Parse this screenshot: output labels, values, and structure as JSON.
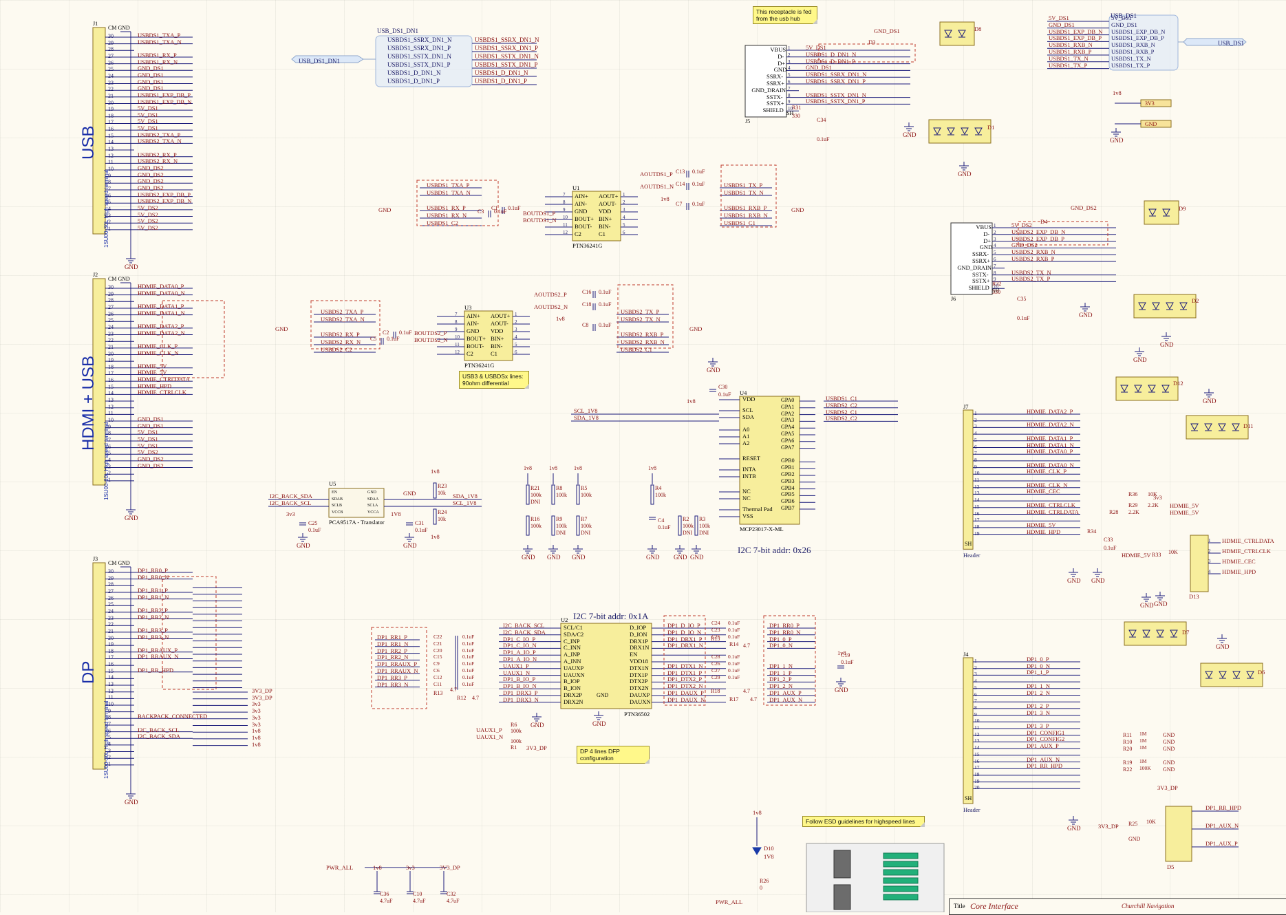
{
  "sections": {
    "usb": "USB",
    "hdmi_usb": "HDMI + USB",
    "dp": "DP"
  },
  "connector_sub": "1SU00-30L High speed terminal",
  "conn_refs": {
    "j1": "J1",
    "j2": "J2",
    "j3": "J3",
    "j4": "J4",
    "j5": "J5",
    "j6": "J6",
    "j7": "J7"
  },
  "cm_gnd": "CM GND",
  "gnd": "GND",
  "j1_nets": [
    "USBDS1_TXA_P",
    "USBDS1_TXA_N",
    "",
    "USBDS1_RX_P",
    "USBDS1_RX_N",
    "GND_DS1",
    "GND_DS1",
    "GND_DS1",
    "GND_DS1",
    "USBDS1_EXP_DB_P",
    "USBDS1_EXP_DB_N",
    "5V_DS1",
    "5V_DS1",
    "5V_DS1",
    "5V_DS1",
    "USBDS2_TXA_P",
    "USBDS2_TXA_N",
    "",
    "USBDS2_RX_P",
    "USBDS2_RX_N",
    "GND_DS2",
    "GND_DS2",
    "GND_DS2",
    "GND_DS2",
    "USBDS2_EXP_DB_P",
    "USBDS2_EXP_DB_N",
    "5V_DS2",
    "5V_DS2",
    "5V_DS2",
    "5V_DS2"
  ],
  "j2_nets": [
    "HDMIE_DATA0_P",
    "HDMIE_DATA0_N",
    "",
    "HDMIE_DATA1_P",
    "HDMIE_DATA1_N",
    "",
    "HDMIE_DATA2_P",
    "HDMIE_DATA2_N",
    "",
    "HDMIE_CLK_P",
    "HDMIE_CLK_N",
    "",
    "HDMIE_5V",
    "HDMIE_5V",
    "HDMIE_CTRLDATA",
    "HDMIE_HPD",
    "HDMIE_CTRLCLK",
    "",
    "",
    "",
    "GND_DS1",
    "GND_DS1",
    "5V_DS1",
    "5V_DS1",
    "5V_DS1",
    "5V_DS2",
    "GND_DS2",
    "GND_DS2",
    "",
    ""
  ],
  "j3_nets": [
    "DP1_RR0_P",
    "DP1_RR0_N",
    "",
    "DP1_RR1_P",
    "DP1_RR1_N",
    "",
    "DP1_RR2_P",
    "DP1_RR2_N",
    "",
    "DP1_RR3_P",
    "DP1_RR3_N",
    "",
    "DP1_RRAUX_P",
    "DP1_RRAUX_N",
    "",
    "DP1_RR_HPD",
    "",
    "",
    "",
    "",
    "",
    "",
    "BACKPACK_CONNECTED",
    "",
    "I2C_BACK_SCL",
    "I2C_BACK_SDA",
    "",
    "",
    "",
    ""
  ],
  "j3_power": [
    "3V3_DP",
    "3V3_DP",
    "3v3",
    "3v3",
    "3v3",
    "3v3",
    "1v8",
    "1v8",
    "1v8"
  ],
  "usb_bus": {
    "name": "USB_DS1_DN1",
    "port": "USB_DS1_DN1",
    "inner": [
      "USBDS1_SSRX_DN1_N",
      "USBDS1_SSRX_DN1_P",
      "USBDS1_SSTX_DN1_N",
      "USBDS1_SSTX_DN1_P",
      "USBDS1_D_DN1_N",
      "USBDS1_D_DN1_P"
    ],
    "outer": [
      "USBDS1_SSRX_DN1_N",
      "USBDS1_SSRX_DN1_P",
      "USBDS1_SSTX_DN1_N",
      "USBDS1_SSTX_DN1_P",
      "USBDS1_D_DN1_N",
      "USBDS1_D_DN1_P"
    ]
  },
  "usb_ds1_bus": {
    "name": "USB_DS1",
    "port": "USB_DS1",
    "inner": [
      "5V_DS1",
      "GND_DS1",
      "USBDS1_EXP_DB_N",
      "USBDS1_EXP_DB_P",
      "USBDS1_RXB_N",
      "USBDS1_RXB_P",
      "USBDS1_TX_N",
      "USBDS1_TX_P"
    ],
    "outer": [
      "5V_DS1",
      "GND_DS1",
      "USBDS1_EXP_DB_N",
      "USBDS1_EXP_DB_P",
      "USBDS1_RXB_N",
      "USBDS1_RXB_P",
      "USBDS1_TX_N",
      "USBDS1_TX_P"
    ]
  },
  "notes": {
    "receptacle": "This receptacle is fed from the usb hub",
    "usb3": "USB3 & USBDSx lines: 90ohm differential",
    "dp4": "DP 4 lines DFP configuration",
    "esd": "Follow ESD guidelines for highspeed lines"
  },
  "u1": {
    "ref": "U1",
    "part": "PTN36241G",
    "left_pins": [
      "AIN+",
      "AIN-",
      "GND",
      "BOUT+",
      "BOUT-",
      "C2"
    ],
    "right_pins": [
      "AOUT+",
      "AOUT-",
      "VDD",
      "BIN+",
      "BIN-",
      "C1"
    ],
    "left_nets": [
      "USBDS1_TXA_P",
      "USBDS1_TXA_N",
      "",
      "USBDS1_RX_P",
      "USBDS1_RX_N",
      "USBDS1_C2"
    ],
    "right_nets": [
      "USBDS1_TX_P",
      "USBDS1_TX_N",
      "",
      "USBDS1_RXB_P",
      "USBDS1_RXB_N",
      "USBDS1_C1"
    ],
    "mid": [
      "AOUTDS1_P",
      "AOUTDS1_N",
      "BOUTDS1_P",
      "BOUTDS1_N"
    ]
  },
  "u3": {
    "ref": "U3",
    "part": "PTN36241G",
    "left_pins": [
      "AIN+",
      "AIN-",
      "GND",
      "BOUT+",
      "BOUT-",
      "C2"
    ],
    "right_pins": [
      "AOUT+",
      "AOUT-",
      "VDD",
      "BIN+",
      "BIN-",
      "C1"
    ],
    "left_nets": [
      "USBDS2_TXA_P",
      "USBDS2_TXA_N",
      "",
      "USBDS2_RX_P",
      "USBDS2_RX_N",
      "USBDS2_C2"
    ],
    "right_nets": [
      "USBDS2_TX_P",
      "USBDS2_TX_N",
      "",
      "USBDS2_RXB_P",
      "USBDS2_RXB_N",
      "USBDS2_C1"
    ],
    "mid": [
      "AOUTDS2_P",
      "AOUTDS2_N",
      "BOUTDS2_P",
      "BOUTDS2_N"
    ]
  },
  "caps": {
    "c13": "C13",
    "c14": "C14",
    "c7": "C7",
    "c3": "C3",
    "c1": "C1",
    "c16": "C16",
    "c18": "C18",
    "c8": "C8",
    "c5": "C5",
    "c2": "C2",
    "val": "0.1uF"
  },
  "u4": {
    "ref": "U4",
    "part": "MCP23017-X-ML",
    "addr": "I2C 7-bit addr: 0x26",
    "left_pins": [
      "VDD",
      "SCL",
      "SDA",
      "A0",
      "A1",
      "A2",
      "RESET",
      "INTA",
      "INTB",
      "NC",
      "NC",
      "Thermal Pad",
      "VSS"
    ],
    "right_pins": [
      "GPA0",
      "GPA1",
      "GPA2",
      "GPA3",
      "GPA4",
      "GPA5",
      "GPA6",
      "GPA7",
      "GPB0",
      "GPB1",
      "GPB2",
      "GPB3",
      "GPB4",
      "GPB5",
      "GPB6",
      "GPB7"
    ],
    "right_nets": [
      "USBDS1_C1",
      "USBDS2_C2",
      "USBDS2_C1",
      "USBDS2_C2"
    ],
    "scl": "SCL_1V8",
    "sda": "SDA_1V8"
  },
  "u5": {
    "ref": "U5",
    "part": "PCA9517A - Translator",
    "left_pins": [
      "EN",
      "SDAB",
      "SCLB",
      "VCCB"
    ],
    "right_pins": [
      "GND",
      "SDAA",
      "SCLA",
      "VCCA"
    ],
    "nets_left": [
      "I2C_BACK_SDA",
      "I2C_BACK_SCL"
    ],
    "nets_right": [
      "SDA_1V8",
      "SCL_1V8"
    ]
  },
  "resistors": [
    {
      "ref": "R21",
      "val": "100k",
      "dnp": "DNI"
    },
    {
      "ref": "R16",
      "val": "100k",
      "dnp": ""
    },
    {
      "ref": "R8",
      "val": "100k",
      "dnp": ""
    },
    {
      "ref": "R9",
      "val": "100k",
      "dnp": "DNI"
    },
    {
      "ref": "R5",
      "val": "100k",
      "dnp": ""
    },
    {
      "ref": "R7",
      "val": "100k",
      "dnp": "DNI"
    },
    {
      "ref": "R4",
      "val": "100k",
      "dnp": ""
    },
    {
      "ref": "R2",
      "val": "100k",
      "dnp": "DNI"
    },
    {
      "ref": "R3",
      "val": "100k",
      "dnp": "DNI"
    },
    {
      "ref": "R23",
      "val": "10k",
      "dnp": ""
    },
    {
      "ref": "R24",
      "val": "10k",
      "dnp": ""
    }
  ],
  "rails": {
    "1v8": "1v8",
    "3v3": "3v3",
    "1V8": "1V8",
    "3V3": "3V3",
    "3V3_DP": "3V3_DP",
    "GND": "GND"
  },
  "misc_caps": {
    "c30": "C30",
    "c4": "C4",
    "c25": "C25",
    "c31": "C31",
    "val": "0.1uF"
  },
  "u2": {
    "ref": "U2",
    "part": "PTN36502",
    "addr": "I2C 7-bit addr: 0x1A",
    "left_pins": [
      "SCL/C1",
      "SDA/C2",
      "C_INP",
      "C_INN",
      "A_INP",
      "A_INN",
      "UAUXP",
      "UAUXN",
      "B_IOP",
      "B_ION",
      "DRX2P",
      "DRX2N"
    ],
    "right_pins": [
      "D_IOP",
      "D_ION",
      "DRX1P",
      "DRX1N",
      "EN",
      "VDD18",
      "DTX1N",
      "DTX1P",
      "DTX2P",
      "DTX2N",
      "DAUXP",
      "DAUXN"
    ],
    "left_nets": [
      "DP1_RR1_P",
      "DP1_RR1_N",
      "DP1_RR2_P",
      "DP1_RR2_N",
      "DP1_RRAUX_P",
      "DP1_RRAUX_N",
      "DP1_RR3_P",
      "DP1_RR3_N"
    ],
    "mid_left": [
      "I2C_BACK_SCL",
      "I2C_BACK_SDA",
      "DP1_C_IO_P",
      "DP1_C_IO_N",
      "DP1_A_IO_P",
      "DP1_A_IO_N",
      "UAUX1_P",
      "UAUX1_N",
      "DP1_B_IO_P",
      "DP1_B_IO_N",
      "DP1_DRX3_P",
      "DP1_DRX3_N"
    ],
    "mid_right": [
      "DP1_D_IO_P",
      "DP1_D_IO_N",
      "DP1_DRX1_P",
      "DP1_DRX1_N",
      "",
      "",
      "DP1_DTX1_N",
      "DP1_DTX1_P",
      "DP1_DTX2_P",
      "DP1_DTX2_N",
      "DP1_DAUX_P",
      "DP1_DAUX_N"
    ],
    "right_nets": [
      "DP1_RR0_P",
      "DP1_RR0_N",
      "DP1_0_P",
      "DP1_0_N",
      "",
      "",
      "DP1_1_N",
      "DP1_1_P",
      "DP1_2_P",
      "DP1_2_N",
      "DP1_AUX_P",
      "DP1_AUX_N"
    ],
    "gnd": "GND",
    "uaux": [
      "UAUX1_P",
      "UAUX1_N"
    ],
    "r6": "R6",
    "r1": "R1",
    "r_val": "100k",
    "rail": "3V3_DP"
  },
  "j5": {
    "ref": "J5",
    "pins": [
      "VBUS",
      "D-",
      "D+",
      "GND",
      "SSRX-",
      "SSRX+",
      "GND_DRAIN",
      "SSTX-",
      "SSTX+",
      "SHIELD"
    ],
    "nets": [
      "5V_DS1",
      "USBDS1_D_DN1_N",
      "USBDS1_D_DN1_P",
      "GND_DS1",
      "USBDS1_SSRX_DN1_N",
      "USBDS1_SSRX_DN1_P",
      "",
      "USBDS1_SSTX_DN1_N",
      "USBDS1_SSTX_DN1_P",
      ""
    ],
    "gnd_label": "GND_DS1",
    "d3": "D3",
    "d1": "D1",
    "d8": "D8",
    "r31": "R31",
    "c34": "C34",
    "r_val": "330",
    "c_val": "0.1uF"
  },
  "j6": {
    "ref": "J6",
    "pins": [
      "VBUS",
      "D-",
      "D+",
      "GND",
      "SSRX-",
      "SSRX+",
      "GND_DRAIN",
      "SSTX-",
      "SSTX+",
      "SHIELD"
    ],
    "nets": [
      "5V_DS2",
      "USBDS2_EXP_DB_N",
      "USBDS2_EXP_DB_P",
      "GND_DS2",
      "USBDS2_RXB_N",
      "USBDS2_RXB_P",
      "",
      "USBDS2_TX_N",
      "USBDS2_TX_P",
      ""
    ],
    "gnd_label": "GND_DS2",
    "d4": "D4",
    "d2": "D2",
    "d9": "D9",
    "r32": "R32",
    "c35": "C35",
    "r_val": "330",
    "c_val": "0.1uF"
  },
  "pwr_labels": {
    "1v8": "1v8",
    "3v3": "3V3",
    "rail_3v3": "3V3",
    "rail_gnd": "GND"
  },
  "j7": {
    "ref": "J7",
    "type": "Header",
    "d12": "D12",
    "d11": "D11",
    "d13": "D13",
    "nets": [
      "HDMIE_DATA2_P",
      "HDMIE_DATA2_N",
      "HDMIE_DATA1_P",
      "HDMIE_DATA1_N",
      "HDMIE_DATA0_P",
      "HDMIE_DATA0_N",
      "HDMIE_CLK_P",
      "HDMIE_CLK_N",
      "HDMIE_CEC",
      "HDMIE_CTRLCLK",
      "HDMIE_CTRLDATA",
      "HDMIE_5V",
      "HDMIE_HPD"
    ],
    "r36": "R36",
    "r36v": "10K",
    "r29": "R29",
    "r29v": "2.2K",
    "r28": "R28",
    "r28v": "2.2K",
    "r33": "R33",
    "r33v": "10K",
    "c33": "C33",
    "c33v": "0.1uF",
    "side": [
      "HDMIE_5V",
      "HDMIE_5V"
    ],
    "d13_nets": [
      "HDMIE_CTRLDATA",
      "HDMIE_CTRLCLK",
      "HDMIE_CEC",
      "HDMIE_HPD"
    ],
    "d13_in": "HDMIE_5V"
  },
  "j4": {
    "ref": "J4",
    "type": "Header",
    "d7": "D7",
    "d6": "D6",
    "d5": "D5",
    "nets": [
      "DP1_0_P",
      "DP1_0_N",
      "DP1_1_P",
      "DP1_1_N",
      "DP1_2_N",
      "DP1_2_P",
      "DP1_3_N",
      "DP1_3_P",
      "DP1_CONFIG1",
      "DP1_CONFIG2",
      "DP1_AUX_P",
      "DP1_AUX_N",
      "DP1_RR_HPD"
    ],
    "res": [
      {
        "ref": "R11",
        "val": "1M"
      },
      {
        "ref": "R10",
        "val": "1M"
      },
      {
        "ref": "R20",
        "val": "1M"
      },
      {
        "ref": "R19",
        "val": "1M"
      },
      {
        "ref": "R22",
        "val": "100K"
      }
    ],
    "rail": "3V3_DP",
    "r25": "R25",
    "r25v": "10K",
    "d5_nets": [
      "DP1_RR_HPD",
      "DP1_AUX_N",
      "DP1_AUX_P"
    ]
  },
  "bottom": {
    "pwr_all": "PWR_ALL",
    "rails": [
      "1v8",
      "3v3",
      "3V3_DP"
    ],
    "caps": [
      "C36",
      "C10",
      "C32"
    ],
    "cap_val": "4.7uF",
    "d10": "D10",
    "d10v": "1V8",
    "r26": "R26",
    "r26v": "0",
    "res_16_val": "4.7",
    "r13": "R13",
    "r12": "R12",
    "r15": "R15",
    "r14": "R14",
    "r18": "R18",
    "r17": "R17"
  },
  "title_block": {
    "title_label": "Title",
    "title": "Core Interface",
    "company": "Churchill Navigation"
  },
  "caps_u2": [
    "C22",
    "C21",
    "C20",
    "C15",
    "C9",
    "C6",
    "C12",
    "C11",
    "C24",
    "C23",
    "C25",
    "C28",
    "C26",
    "C27",
    "C29",
    "C19"
  ],
  "colors": {
    "wire": "#1a1a7a",
    "net": "#8a1010",
    "body": "#f7ee9c",
    "harness": "#c0392b",
    "bg": "#fdfaf1"
  }
}
